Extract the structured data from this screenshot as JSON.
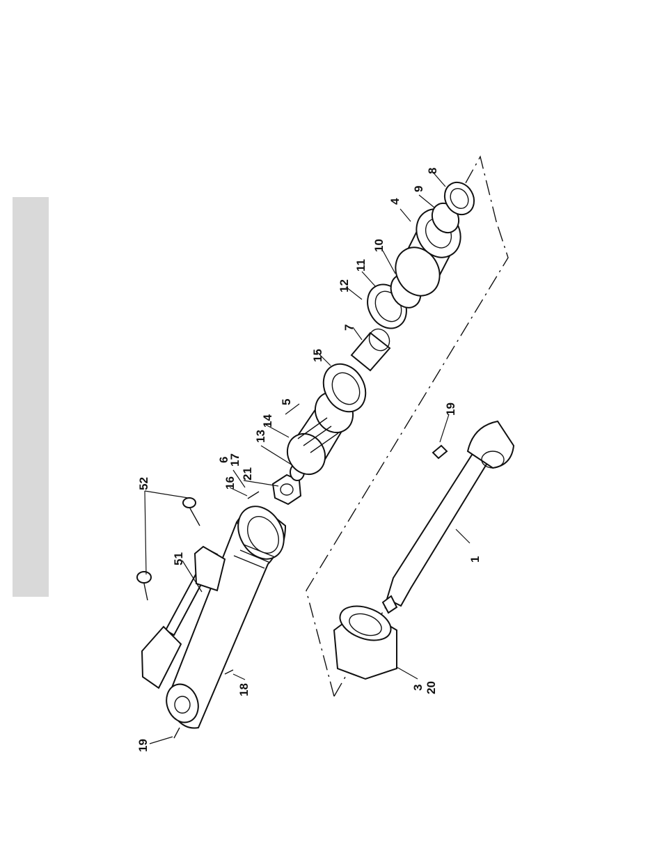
{
  "page": {
    "background": "#ffffff",
    "tab_color": "#d9d9d9",
    "ink": "#111111"
  },
  "callouts": {
    "c1": "1",
    "c3": "3",
    "c4": "4",
    "c5": "5",
    "c6": "6",
    "c7": "7",
    "c8": "8",
    "c9": "9",
    "c10": "10",
    "c11": "11",
    "c12": "12",
    "c13": "13",
    "c14": "14",
    "c15": "15",
    "c16": "16",
    "c17": "17",
    "c18": "18",
    "c19a": "19",
    "c19b": "19",
    "c20": "20",
    "c21": "21",
    "c51": "51",
    "c52": "52"
  }
}
